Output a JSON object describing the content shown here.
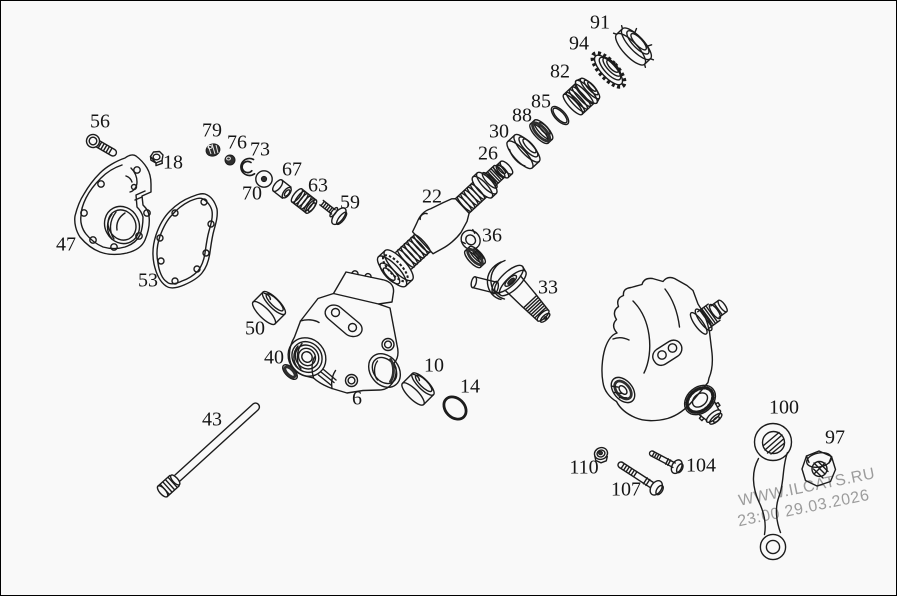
{
  "watermark": {
    "line1": "WWW.ILCATS.RU",
    "line2": "23:00 29.03.2026"
  },
  "colors": {
    "background": "#f9f9f9",
    "line_art": "#1c1c1c",
    "watermark_text": "#9c9c9c",
    "label_text": "#161616",
    "border": "#000000"
  },
  "part_labels": {
    "p6": "6",
    "p10": "10",
    "p14": "14",
    "p18": "18",
    "p22": "22",
    "p26": "26",
    "p30": "30",
    "p33": "33",
    "p36": "36",
    "p40": "40",
    "p43": "43",
    "p47": "47",
    "p50": "50",
    "p53": "53",
    "p56": "56",
    "p59": "59",
    "p63": "63",
    "p67": "67",
    "p70": "70",
    "p73": "73",
    "p76": "76",
    "p79": "79",
    "p82": "82",
    "p85": "85",
    "p88": "88",
    "p91": "91",
    "p94": "94",
    "p97": "97",
    "p100": "100",
    "p104": "104",
    "p107": "107",
    "p110": "110"
  }
}
